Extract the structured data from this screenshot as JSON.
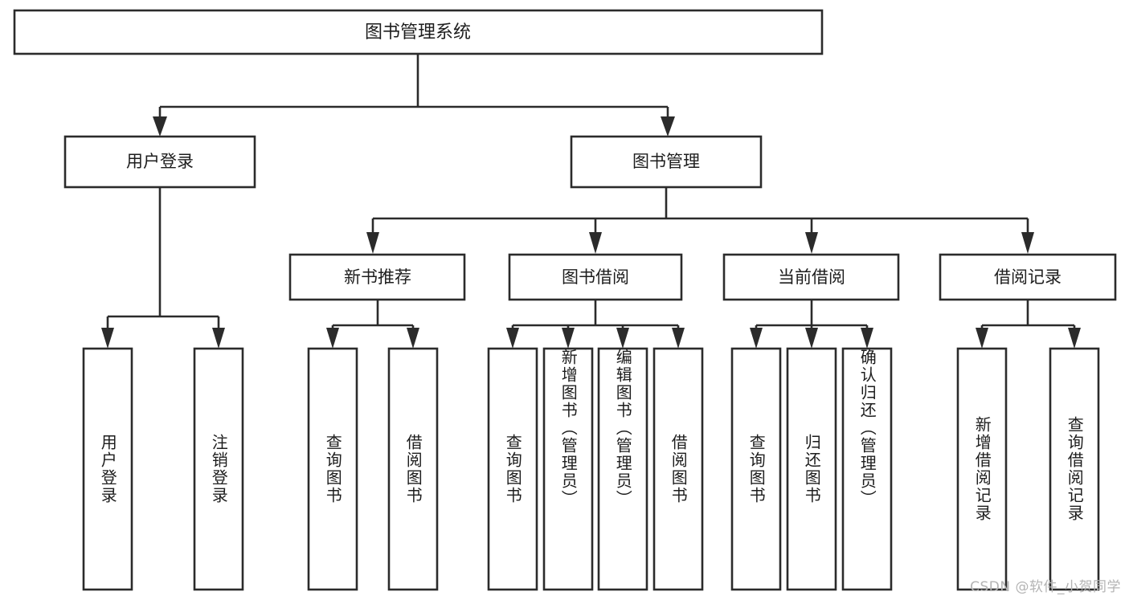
{
  "diagram": {
    "type": "tree-hierarchy",
    "title": "图书管理系统",
    "root": {
      "id": "root",
      "label": "图书管理系统",
      "orientation": "horizontal"
    },
    "level2": [
      {
        "id": "user-login",
        "label": "用户登录",
        "orientation": "horizontal"
      },
      {
        "id": "book-manage",
        "label": "图书管理",
        "orientation": "horizontal"
      }
    ],
    "level3": [
      {
        "id": "new-book-recommend",
        "label": "新书推荐",
        "orientation": "horizontal",
        "parent": "book-manage"
      },
      {
        "id": "book-borrow",
        "label": "图书借阅",
        "orientation": "horizontal",
        "parent": "book-manage"
      },
      {
        "id": "current-borrow",
        "label": "当前借阅",
        "orientation": "horizontal",
        "parent": "book-manage"
      },
      {
        "id": "borrow-record",
        "label": "借阅记录",
        "orientation": "horizontal",
        "parent": "book-manage"
      }
    ],
    "leaves": [
      {
        "id": "leaf-user-login",
        "label": "用户登录",
        "orientation": "vertical",
        "parent": "user-login"
      },
      {
        "id": "leaf-user-logout",
        "label": "注销登录",
        "orientation": "vertical",
        "parent": "user-login"
      },
      {
        "id": "leaf-query-book-1",
        "label": "查询图书",
        "orientation": "vertical",
        "parent": "new-book-recommend"
      },
      {
        "id": "leaf-borrow-book-1",
        "label": "借阅图书",
        "orientation": "vertical",
        "parent": "new-book-recommend"
      },
      {
        "id": "leaf-query-book-2",
        "label": "查询图书",
        "orientation": "vertical",
        "parent": "book-borrow"
      },
      {
        "id": "leaf-add-book",
        "label": "新增图书（管理员）",
        "orientation": "vertical",
        "parent": "book-borrow"
      },
      {
        "id": "leaf-edit-book",
        "label": "编辑图书（管理员）",
        "orientation": "vertical",
        "parent": "book-borrow"
      },
      {
        "id": "leaf-borrow-book-2",
        "label": "借阅图书",
        "orientation": "vertical",
        "parent": "book-borrow"
      },
      {
        "id": "leaf-query-book-3",
        "label": "查询图书",
        "orientation": "vertical",
        "parent": "current-borrow"
      },
      {
        "id": "leaf-return-book",
        "label": "归还图书",
        "orientation": "vertical",
        "parent": "current-borrow"
      },
      {
        "id": "leaf-confirm-return",
        "label": "确认归还（管理员）",
        "orientation": "vertical",
        "parent": "current-borrow"
      },
      {
        "id": "leaf-add-record",
        "label": "新增借阅记录",
        "orientation": "vertical",
        "parent": "borrow-record"
      },
      {
        "id": "leaf-query-record",
        "label": "查询借阅记录",
        "orientation": "vertical",
        "parent": "borrow-record"
      }
    ],
    "colors": {
      "stroke": "#2b2b2b",
      "fill": "#ffffff",
      "text": "#1d1d1d",
      "background": "#ffffff",
      "watermark": "#b4b4b4"
    }
  },
  "watermark": {
    "text": "CSDN @软件_小贺同学"
  }
}
